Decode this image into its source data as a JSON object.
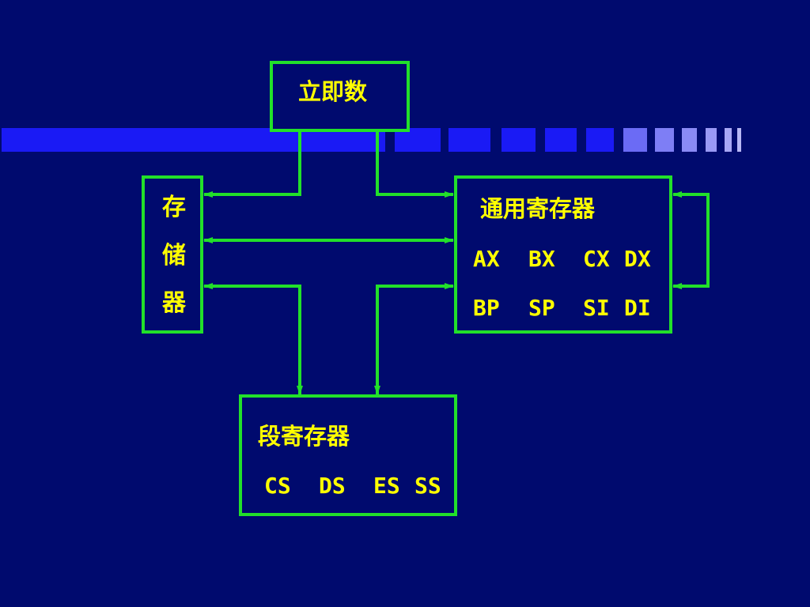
{
  "colors": {
    "background": "#000A6E",
    "box_border": "#22E02A",
    "arrow": "#22E02A",
    "text": "#FFFF00",
    "bar_primary": "#1A1AF5",
    "bar_light": "#8A8AF5"
  },
  "boxes": {
    "immediate": {
      "label": "立即数"
    },
    "memory": {
      "chars": [
        "存",
        "储",
        "器"
      ]
    },
    "general_registers": {
      "title": "通用寄存器",
      "row1": [
        "AX",
        "BX",
        "CX",
        "DX"
      ],
      "row2": [
        "BP",
        "SP",
        "SI",
        "DI"
      ]
    },
    "segment_registers": {
      "title": "段寄存器",
      "row1": [
        "CS",
        "DS",
        "ES",
        "SS"
      ]
    }
  }
}
